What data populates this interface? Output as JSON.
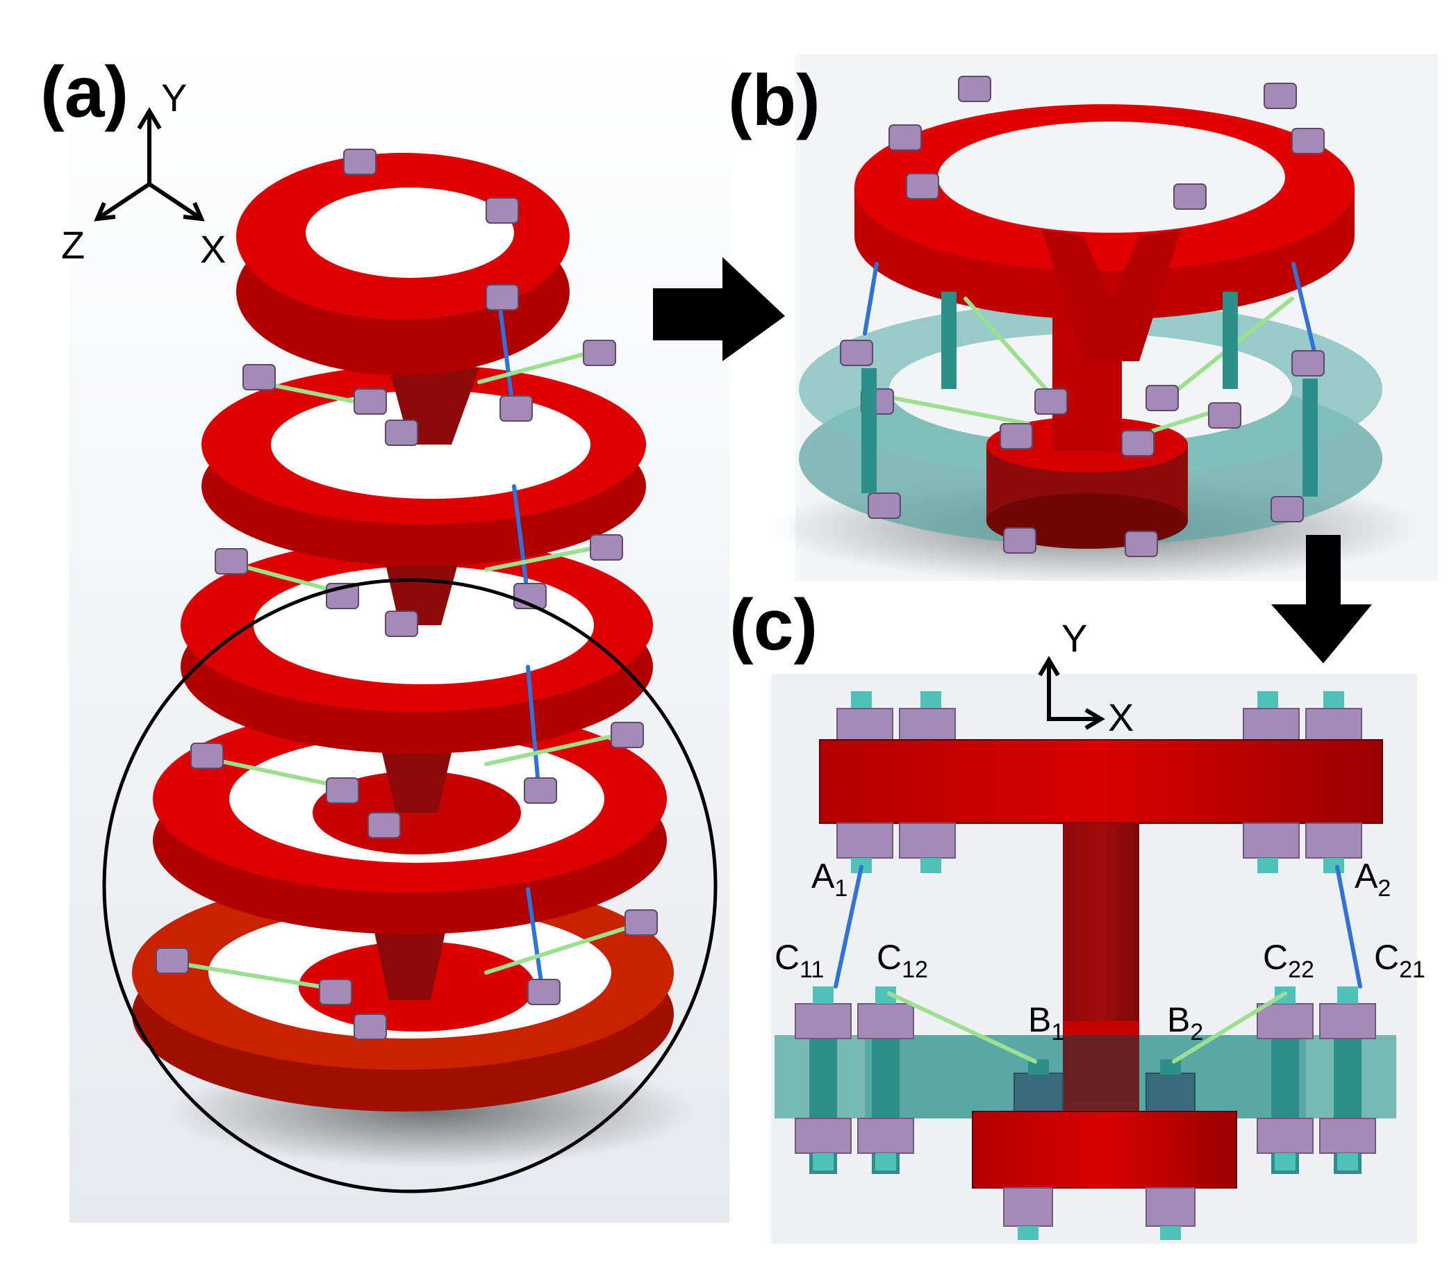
{
  "panels": {
    "a": {
      "label": "(a)",
      "axes": {
        "y": "Y",
        "z": "Z",
        "x": "X"
      }
    },
    "b": {
      "label": "(b)"
    },
    "c": {
      "label": "(c)",
      "axes": {
        "y": "Y",
        "x": "X"
      }
    }
  },
  "points": [
    {
      "id": "A1",
      "base": "A",
      "sub": "1"
    },
    {
      "id": "A2",
      "base": "A",
      "sub": "2"
    },
    {
      "id": "C11",
      "base": "C",
      "sub": "11"
    },
    {
      "id": "C12",
      "base": "C",
      "sub": "12"
    },
    {
      "id": "C22",
      "base": "C",
      "sub": "22"
    },
    {
      "id": "C21",
      "base": "C",
      "sub": "21"
    },
    {
      "id": "B1",
      "base": "B",
      "sub": "1"
    },
    {
      "id": "B2",
      "base": "B",
      "sub": "2"
    }
  ],
  "colors": {
    "red_part": "#d40000",
    "dark_red": "#8e0b0b",
    "teal_part": "#5fa7a6",
    "nut_purple": "#a58ab8",
    "bolt_teal": "#4ec2b8",
    "cable_blue": "#2f72d8",
    "cable_green": "#9be08f",
    "background_grey": "#eef0f3"
  }
}
